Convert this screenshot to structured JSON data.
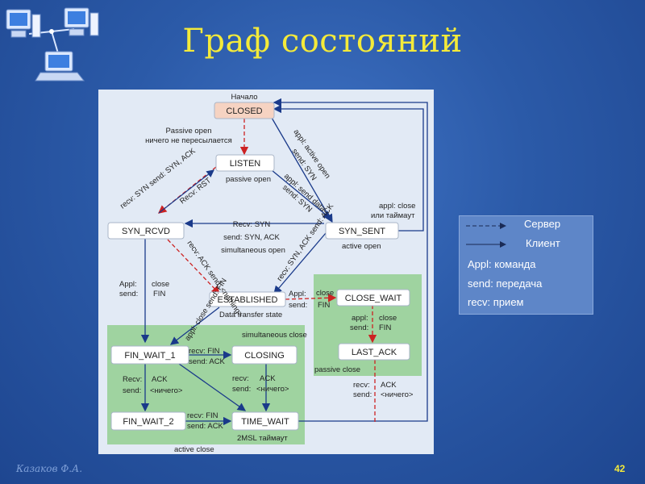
{
  "title": "Граф состояний",
  "footer": {
    "author": "Казаков Ф.А.",
    "page": "42"
  },
  "colors": {
    "background": "#2b5aa8",
    "title": "#f4ea3a",
    "diagram_bg": "#e2eaf5",
    "state_box": "#ffffff",
    "closed_box": "#f6d3c2",
    "green_region": "#9fd3a0",
    "server_arrow": "#cc2222",
    "client_arrow": "#1a3a8a"
  },
  "icons": [
    "computer-icon",
    "laptop-icon",
    "network-hub-icon"
  ],
  "diagram": {
    "start_label": "Начало",
    "states": {
      "closed": "CLOSED",
      "listen": "LISTEN",
      "syn_rcvd": "SYN_RCVD",
      "syn_sent": "SYN_SENT",
      "established": "ESTABLISHED",
      "close_wait": "CLOSE_WAIT",
      "last_ack": "LAST_ACK",
      "fin_wait_1": "FIN_WAIT_1",
      "closing": "CLOSING",
      "fin_wait_2": "FIN_WAIT_2",
      "time_wait": "TIME_WAIT"
    },
    "labels": {
      "passive_open_1": "Passive open",
      "passive_open_2": "ничего не пересылается",
      "appl_active_open": "appl: active open",
      "send_syn_1": "send: SYN",
      "recv_syn_send_synack": "recv: SYN  send: SYN, ACK",
      "recv_rst": "Recv: RST",
      "passive_open_small": "passive open",
      "appl_send_data": "appl: send data",
      "send_syn_2": "send: SYN",
      "appl_close_1": "appl: close",
      "appl_close_2": "или таймаут",
      "recv_syn_center": "Recv: SYN",
      "send_syn_ack_center": "send: SYN, ACK",
      "simultaneous_open": "simultaneous open",
      "active_open": "active open",
      "recv_ack_send_nothing": "recv: ACK send: <nothing>",
      "recv_synack_send_ack": "recv: SYN, ACK send: ACK",
      "appl_close_left_1": "Appl:",
      "appl_close_left_2": "close",
      "appl_close_left_3": "send:",
      "appl_close_left_4": "FIN",
      "appl_close_send_fin_diag": "appl: close send: FIN",
      "data_transfer_state": "Data transfer state",
      "recv_fin_right_1": "Appl:",
      "recv_fin_right_2": "close",
      "recv_fin_right_3": "send:",
      "recv_fin_right_4": "FIN",
      "simultaneous_close": "simultaneous close",
      "recv_fin_1": "recv: FIN",
      "send_ack_1": "send: ACK",
      "appl_close_cw_1": "appl:",
      "appl_close_cw_2": "close",
      "appl_close_cw_3": "send:",
      "appl_close_cw_4": "FIN",
      "passive_close": "passive close",
      "recv_ack_left_1": "Recv:",
      "recv_ack_left_2": "ACK",
      "recv_ack_left_3": "send:",
      "recv_ack_left_4": "<ничего>",
      "recv_ack_mid_1": "recv:",
      "recv_ack_mid_2": "ACK",
      "recv_ack_mid_3": "send:",
      "recv_ack_mid_4": "<ничего>",
      "recv_ack_right_1": "recv:",
      "recv_ack_right_2": "ACK",
      "recv_ack_right_3": "send:",
      "recv_ack_right_4": "<ничего>",
      "recv_fin_2": "recv:  FIN",
      "send_ack_2": "send: ACK",
      "msl_timeout": "2MSL таймаут",
      "active_close": "active close"
    }
  },
  "legend": {
    "server": "Сервер",
    "client": "Клиент",
    "appl": "Appl: команда",
    "send": "send: передача",
    "recv": "recv: прием"
  }
}
